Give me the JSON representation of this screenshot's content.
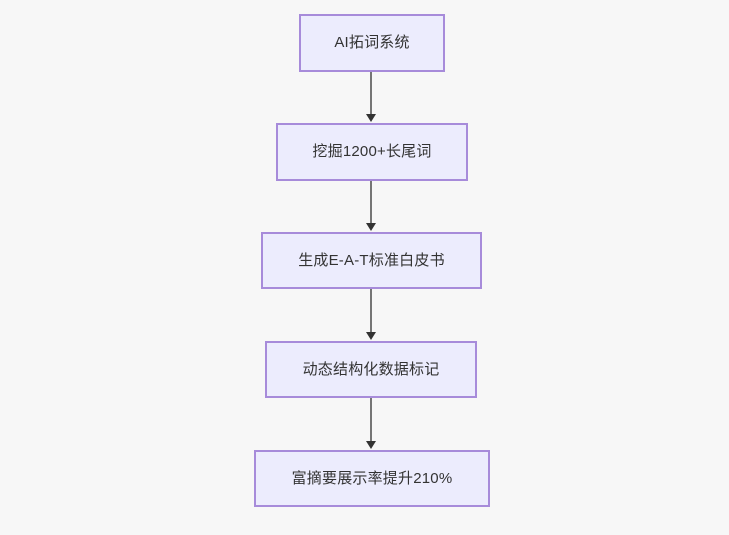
{
  "diagram": {
    "type": "flowchart",
    "direction": "top-to-bottom",
    "background_color": "#f7f7f7",
    "node_fill_color": "#ececfd",
    "node_border_color": "#a78bda",
    "node_text_color": "#333333",
    "edge_color": "#757575",
    "arrowhead_color": "#333333",
    "nodes": [
      {
        "id": "n1",
        "label": "AI拓词系统"
      },
      {
        "id": "n2",
        "label": "挖掘1200+长尾词"
      },
      {
        "id": "n3",
        "label": "生成E-A-T标准白皮书"
      },
      {
        "id": "n4",
        "label": "动态结构化数据标记"
      },
      {
        "id": "n5",
        "label": "富摘要展示率提升210%"
      }
    ],
    "edges": [
      {
        "from": "n1",
        "to": "n2",
        "label": ""
      },
      {
        "from": "n2",
        "to": "n3",
        "label": ""
      },
      {
        "from": "n3",
        "to": "n4",
        "label": ""
      },
      {
        "from": "n4",
        "to": "n5",
        "label": ""
      }
    ]
  }
}
